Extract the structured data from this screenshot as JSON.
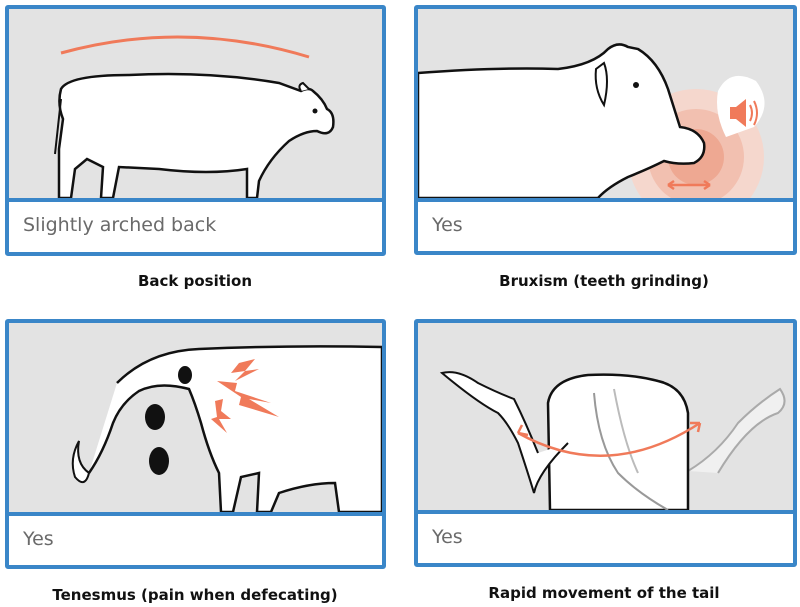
{
  "cards": [
    {
      "answer": "Slightly arched back",
      "caption": "Back position"
    },
    {
      "answer": "Yes",
      "caption": "Bruxism (teeth grinding)"
    },
    {
      "answer": "Yes",
      "caption": "Tenesmus (pain when defecating)"
    },
    {
      "answer": "Yes",
      "caption": "Rapid movement of the tail"
    }
  ],
  "colors": {
    "border": "#3a86c8",
    "accent": "#f07a5a",
    "image_bg": "#e3e3e3",
    "answer_text": "#6a6a6a"
  },
  "icons": [
    "speaker-icon",
    "pain-lightning-icon",
    "double-arrow-icon",
    "arched-back-line-icon"
  ]
}
